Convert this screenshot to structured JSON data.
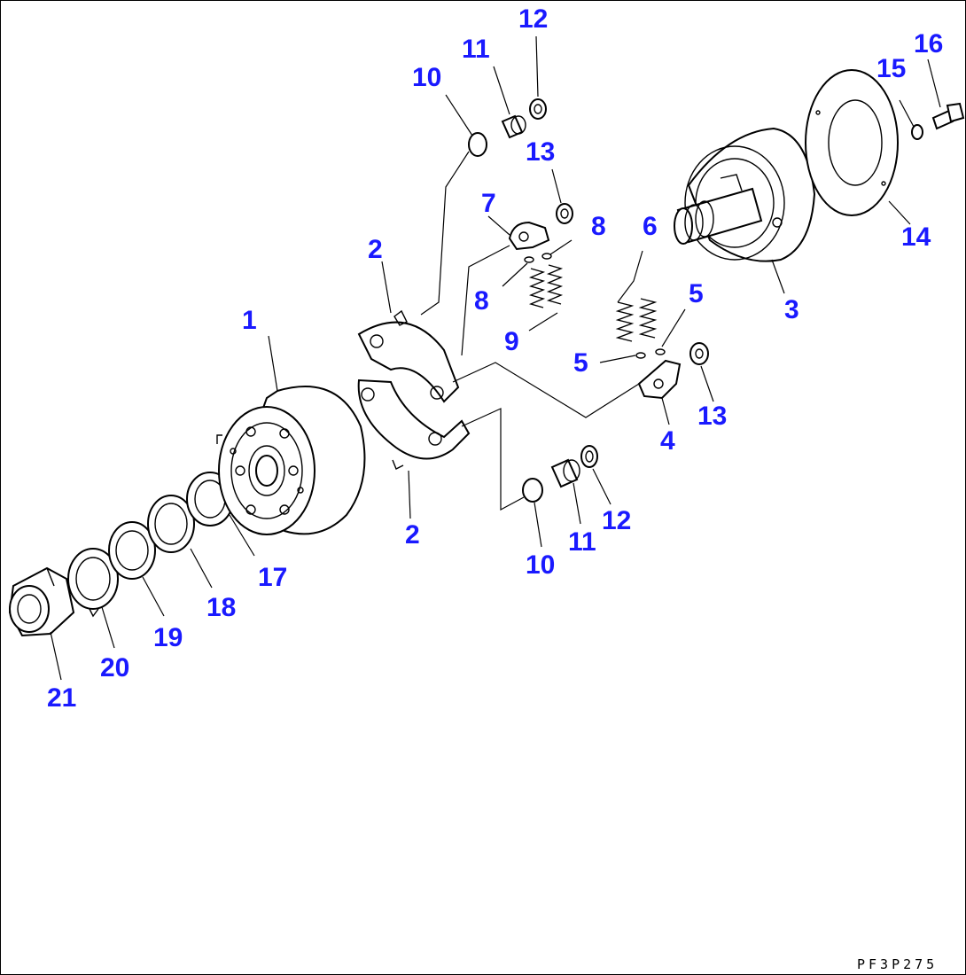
{
  "diagram": {
    "drawing_code": "PF3P275",
    "callouts": [
      {
        "id": "c1",
        "text": "1"
      },
      {
        "id": "c2a",
        "text": "2"
      },
      {
        "id": "c2b",
        "text": "2"
      },
      {
        "id": "c3",
        "text": "3"
      },
      {
        "id": "c4",
        "text": "4"
      },
      {
        "id": "c5a",
        "text": "5"
      },
      {
        "id": "c5b",
        "text": "5"
      },
      {
        "id": "c6",
        "text": "6"
      },
      {
        "id": "c7",
        "text": "7"
      },
      {
        "id": "c8a",
        "text": "8"
      },
      {
        "id": "c8b",
        "text": "8"
      },
      {
        "id": "c9",
        "text": "9"
      },
      {
        "id": "c10a",
        "text": "10"
      },
      {
        "id": "c10b",
        "text": "10"
      },
      {
        "id": "c11a",
        "text": "11"
      },
      {
        "id": "c11b",
        "text": "11"
      },
      {
        "id": "c12a",
        "text": "12"
      },
      {
        "id": "c12b",
        "text": "12"
      },
      {
        "id": "c13a",
        "text": "13"
      },
      {
        "id": "c13b",
        "text": "13"
      },
      {
        "id": "c14",
        "text": "14"
      },
      {
        "id": "c15",
        "text": "15"
      },
      {
        "id": "c16",
        "text": "16"
      },
      {
        "id": "c17",
        "text": "17"
      },
      {
        "id": "c18",
        "text": "18"
      },
      {
        "id": "c19",
        "text": "19"
      },
      {
        "id": "c20",
        "text": "20"
      },
      {
        "id": "c21",
        "text": "21"
      }
    ],
    "colors": {
      "callout": "#1a1aff",
      "line": "#000000",
      "background": "#ffffff"
    }
  }
}
